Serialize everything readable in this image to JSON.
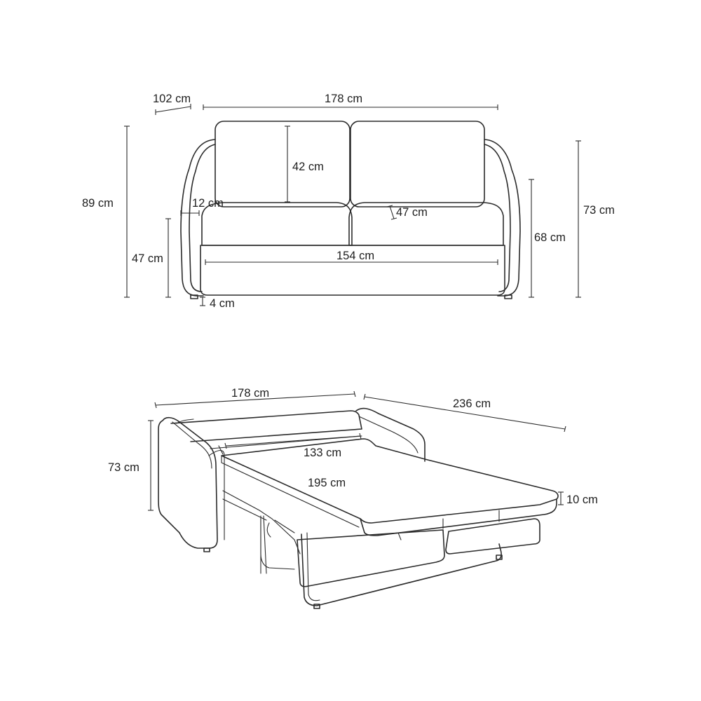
{
  "front_view": {
    "depth": "102 cm",
    "width": "178 cm",
    "height": "89 cm",
    "arm_width": "12 cm",
    "seat_height": "47 cm",
    "backrest_height": "42 cm",
    "seat_depth": "47 cm",
    "inner_width": "154 cm",
    "foot_height": "4 cm",
    "armrest_height": "68 cm",
    "back_height": "73 cm"
  },
  "bed_view": {
    "width": "178 cm",
    "open_length": "236 cm",
    "height": "73 cm",
    "mattress_width": "133 cm",
    "mattress_length": "195 cm",
    "mattress_thickness": "10 cm"
  }
}
